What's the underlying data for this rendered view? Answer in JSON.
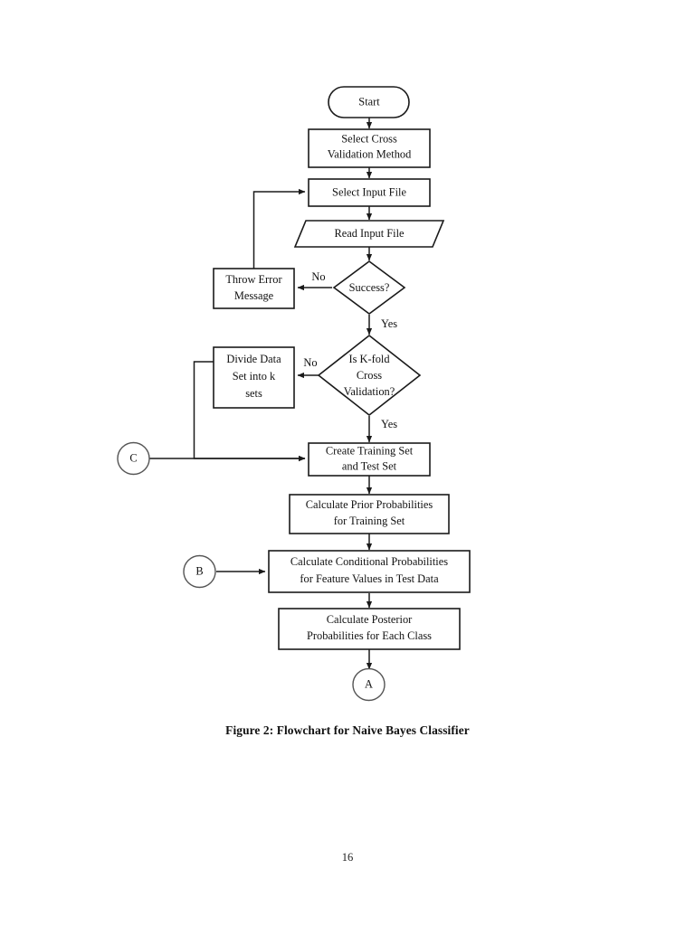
{
  "document": {
    "page_number": "16",
    "figure_caption": "Figure 2: Flowchart for Naive Bayes Classifier"
  },
  "flowchart": {
    "title": "Flowchart for Naive Bayes Classifier",
    "nodes": [
      {
        "id": "start",
        "type": "terminator",
        "label": "Start"
      },
      {
        "id": "select_cv",
        "type": "process",
        "label_line1": "Select Cross",
        "label_line2": "Validation Method"
      },
      {
        "id": "select_input",
        "type": "process",
        "label": "Select Input File"
      },
      {
        "id": "read_input",
        "type": "input-output",
        "label": "Read Input File"
      },
      {
        "id": "success",
        "type": "decision",
        "label": "Success?"
      },
      {
        "id": "throw_error",
        "type": "process",
        "label_line1": "Throw Error",
        "label_line2": "Message"
      },
      {
        "id": "kfold",
        "type": "decision",
        "label_line1": "Is K-fold",
        "label_line2": "Cross",
        "label_line3": "Validation?"
      },
      {
        "id": "divide_data",
        "type": "process",
        "label_line1": "Divide Data",
        "label_line2": "Set into k",
        "label_line3": "sets"
      },
      {
        "id": "create_sets",
        "type": "process",
        "label_line1": "Create Training Set",
        "label_line2": "and Test Set"
      },
      {
        "id": "prior",
        "type": "process",
        "label_line1": "Calculate Prior Probabilities",
        "label_line2": "for Training Set"
      },
      {
        "id": "conditional",
        "type": "process",
        "label_line1": "Calculate Conditional Probabilities",
        "label_line2": "for Feature Values in Test Data"
      },
      {
        "id": "posterior",
        "type": "process",
        "label_line1": "Calculate Posterior",
        "label_line2": "Probabilities for Each Class"
      },
      {
        "id": "conn_a",
        "type": "connector",
        "label": "A"
      },
      {
        "id": "conn_b",
        "type": "connector",
        "label": "B"
      },
      {
        "id": "conn_c",
        "type": "connector",
        "label": "C"
      }
    ],
    "branch_labels": {
      "success_no": "No",
      "success_yes": "Yes",
      "kfold_no": "No",
      "kfold_yes": "Yes"
    },
    "colors": {
      "node_stroke": "#1a1a1a",
      "connector_stroke": "#555555",
      "edge_stroke": "#1a1a1a",
      "node_fill": "#ffffff",
      "text": "#111111",
      "page_background": "#ffffff"
    }
  }
}
